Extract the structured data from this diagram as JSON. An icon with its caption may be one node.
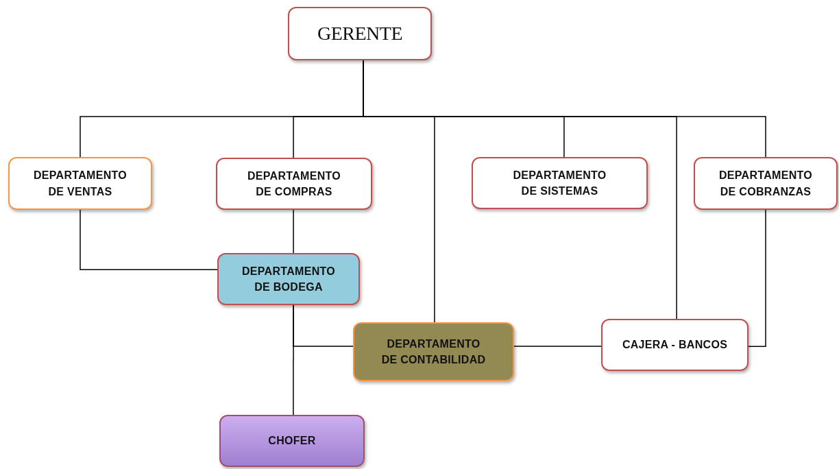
{
  "diagram": {
    "nodes": [
      {
        "text": [
          "GERENTE"
        ]
      },
      {
        "text": [
          "DEPARTAMENTO DE VENTAS"
        ]
      },
      {
        "text": [
          "DEPARTAMENTO DE COMPRAS"
        ]
      },
      {
        "text": [
          "DEPARTAMENTO DE SISTEMAS"
        ]
      },
      {
        "text": [
          "DEPARTAMENTO DE COBRANZAS"
        ]
      },
      {
        "text": [
          "DEPARTAMENTO DE BODEGA"
        ]
      },
      {
        "text": [
          "DEPARTAMENTO DE CONTABILIDAD"
        ]
      },
      {
        "text": [
          "CAJERA - BANCOS"
        ]
      },
      {
        "text": [
          "CHOFER"
        ]
      }
    ],
    "edges": [
      {
        "from": 0,
        "to": 1,
        "arrow": "none"
      },
      {
        "from": 0,
        "to": 2,
        "arrow": "none"
      },
      {
        "from": 0,
        "to": 6,
        "arrow": "none"
      },
      {
        "from": 0,
        "to": 3,
        "arrow": "none"
      },
      {
        "from": 0,
        "to": 7,
        "arrow": "none"
      },
      {
        "from": 0,
        "to": 4,
        "arrow": "none"
      },
      {
        "from": 1,
        "to": 5,
        "arrow": "none"
      },
      {
        "from": 2,
        "to": 5,
        "arrow": "none"
      },
      {
        "from": 5,
        "to": 6,
        "arrow": "none"
      },
      {
        "from": 5,
        "to": 8,
        "arrow": "none"
      },
      {
        "from": 6,
        "to": 7,
        "arrow": "none"
      },
      {
        "from": 4,
        "to": 7,
        "arrow": "none"
      }
    ]
  }
}
